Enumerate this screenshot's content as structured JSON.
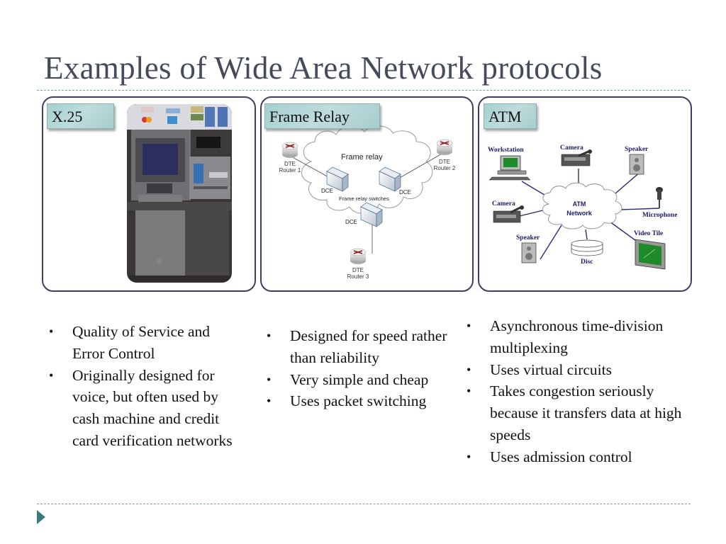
{
  "slide": {
    "title": "Examples of Wide Area Network protocols"
  },
  "panels": [
    {
      "label": "X.25",
      "image": "atm-cash-machine-photo",
      "image_signage": [
        "STAR",
        "MasterCard"
      ]
    },
    {
      "label": "Frame Relay",
      "diagram": {
        "cloud_label": "Frame relay",
        "switches_label": "Frame relay switches",
        "dce_label": "DCE",
        "routers": [
          {
            "line1": "DTE",
            "line2": "Router 1"
          },
          {
            "line1": "DTE",
            "line2": "Router 2"
          },
          {
            "line1": "DTE",
            "line2": "Router 3"
          }
        ]
      }
    },
    {
      "label": "ATM",
      "diagram": {
        "cloud_line1": "ATM",
        "cloud_line2": "Network",
        "devices": {
          "workstation": "Workstation",
          "camera_top": "Camera",
          "speaker_top": "Speaker",
          "camera_left": "Camera",
          "microphone": "Microphone",
          "speaker_bottom": "Speaker",
          "disc": "Disc",
          "video_tile": "Video Tile"
        }
      }
    }
  ],
  "bullet_columns": [
    [
      "Quality of Service and Error Control",
      "Originally designed for voice, but often used by cash machine and credit card verification networks"
    ],
    [
      "Designed for speed rather than reliability",
      "Very simple and cheap",
      "Uses packet switching"
    ],
    [
      "Asynchronous time-division multiplexing",
      "Uses virtual circuits",
      "Takes congestion seriously because it transfers data at high speeds",
      "Uses admission control"
    ]
  ],
  "colors": {
    "title": "#464b5c",
    "panel_border": "#3e3f63",
    "label_fill": "#b3d6d6",
    "accent": "#3a7b80",
    "atm_label": "#1d1d6e"
  },
  "icons": {
    "nav": "triangle-right-icon"
  }
}
